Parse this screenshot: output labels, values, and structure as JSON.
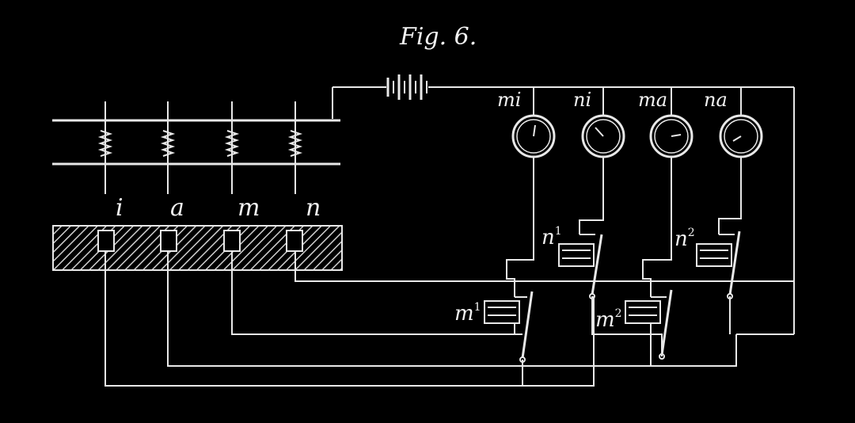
{
  "figure": {
    "title": "Fig. 6.",
    "colors": {
      "background": "#000000",
      "ink": "#e8e8e8"
    }
  },
  "meters": [
    {
      "label": "mi"
    },
    {
      "label": "ni"
    },
    {
      "label": "ma"
    },
    {
      "label": "na"
    }
  ],
  "pins": [
    {
      "label": "i"
    },
    {
      "label": "a"
    },
    {
      "label": "m"
    },
    {
      "label": "n"
    }
  ],
  "switches": [
    {
      "label": "n",
      "superscript": "1"
    },
    {
      "label": "n",
      "superscript": "2"
    },
    {
      "label": "m",
      "superscript": "1"
    },
    {
      "label": "m",
      "superscript": "2"
    }
  ]
}
